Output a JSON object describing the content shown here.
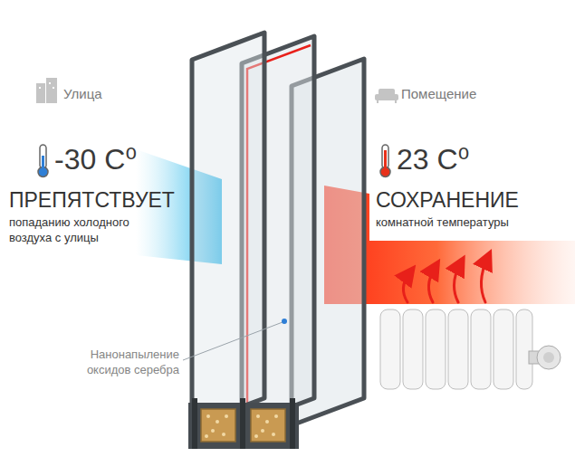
{
  "diagram": {
    "labels": [
      "Улица",
      "-30 C⁰",
      "ПРЕПЯТСТВУЕТ",
      "попаданию холодного воздуха с улицы",
      "Помещение",
      "23 C⁰",
      "СОХРАНЕНИЕ",
      "комнатной температуры",
      "Нанонапыление оксидов серебра"
    ]
  }
}
